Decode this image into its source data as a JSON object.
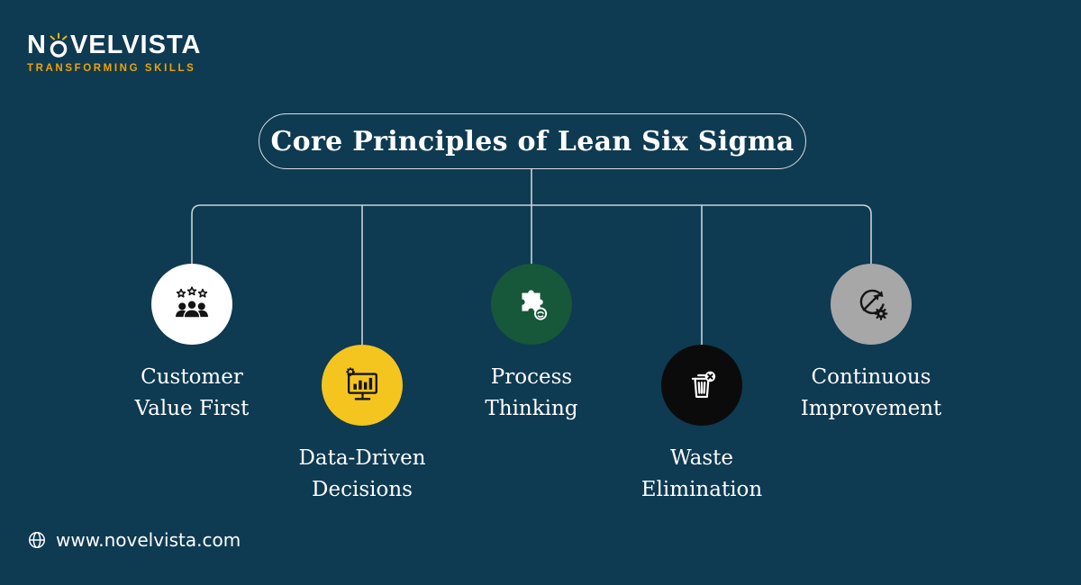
{
  "colors": {
    "background": "#0e3a52",
    "connector_line": "#c9d2d8",
    "accent_gold": "#f0a300",
    "text": "#ffffff"
  },
  "logo": {
    "name_prefix": "N",
    "name_suffix": "VELVISTA",
    "tagline": "TRANSFORMING SKILLS"
  },
  "title": "Core Principles of Lean Six Sigma",
  "principles": [
    {
      "lines": [
        "Customer",
        "Value First"
      ],
      "icon": "team-stars-icon",
      "circle_color": "#ffffff",
      "icon_color": "#141414"
    },
    {
      "lines": [
        "Data-Driven",
        "Decisions"
      ],
      "icon": "monitor-chart-icon",
      "circle_color": "#f4c51e",
      "icon_color": "#141414"
    },
    {
      "lines": [
        "Process",
        "Thinking"
      ],
      "icon": "puzzle-brain-icon",
      "circle_color": "#17573a",
      "icon_color": "#ffffff"
    },
    {
      "lines": [
        "Waste",
        "Elimination"
      ],
      "icon": "trash-x-icon",
      "circle_color": "#0b0b0b",
      "icon_color": "#ffffff"
    },
    {
      "lines": [
        "Continuous",
        "Improvement"
      ],
      "icon": "arrows-gear-icon",
      "circle_color": "#a7a7a7",
      "icon_color": "#141414"
    }
  ],
  "footer": {
    "website": "www.novelvista.com"
  }
}
